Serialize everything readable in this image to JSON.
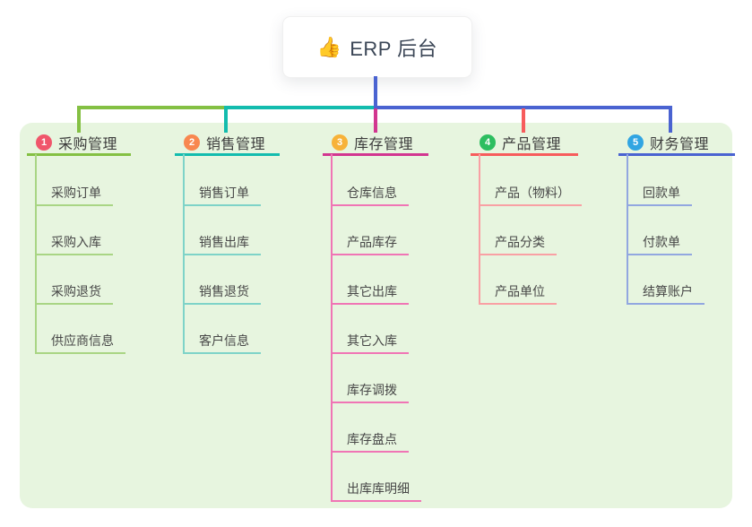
{
  "root": {
    "icon": "👍",
    "title": "ERP 后台"
  },
  "branches": [
    {
      "number": "1",
      "label": "采购管理",
      "badge_color": "#f0566b",
      "line_color": "#84c043",
      "child_line_color": "#a9d584",
      "underline_width": 116,
      "children": [
        "采购订单",
        "采购入库",
        "采购退货",
        "供应商信息"
      ]
    },
    {
      "number": "2",
      "label": "销售管理",
      "badge_color": "#f8874f",
      "line_color": "#13bcae",
      "child_line_color": "#7ed3c8",
      "underline_width": 117,
      "children": [
        "销售订单",
        "销售出库",
        "销售退货",
        "客户信息"
      ]
    },
    {
      "number": "3",
      "label": "库存管理",
      "badge_color": "#f7b239",
      "line_color": "#d23690",
      "child_line_color": "#f075b5",
      "underline_width": 118,
      "children": [
        "仓库信息",
        "产品库存",
        "其它出库",
        "其它入库",
        "库存调拨",
        "库存盘点",
        "出库库明细"
      ]
    },
    {
      "number": "4",
      "label": "产品管理",
      "badge_color": "#2dbe60",
      "line_color": "#f75c5c",
      "child_line_color": "#f9a0a4",
      "underline_width": 120,
      "children": [
        "产品（物料）",
        "产品分类",
        "产品单位"
      ]
    },
    {
      "number": "5",
      "label": "财务管理",
      "badge_color": "#31a5e2",
      "line_color": "#4a63d1",
      "child_line_color": "#92a7e0",
      "underline_width": 130,
      "children": [
        "回款单",
        "付款单",
        "结算账户"
      ]
    }
  ],
  "colors": {
    "canvas_bg": "#ffffff",
    "panel_bg": "#e7f5df",
    "trunk": "#4a63d1",
    "root_text": "#3b4656",
    "branch_label_text": "#3c3c3c",
    "child_text": "#474747"
  }
}
